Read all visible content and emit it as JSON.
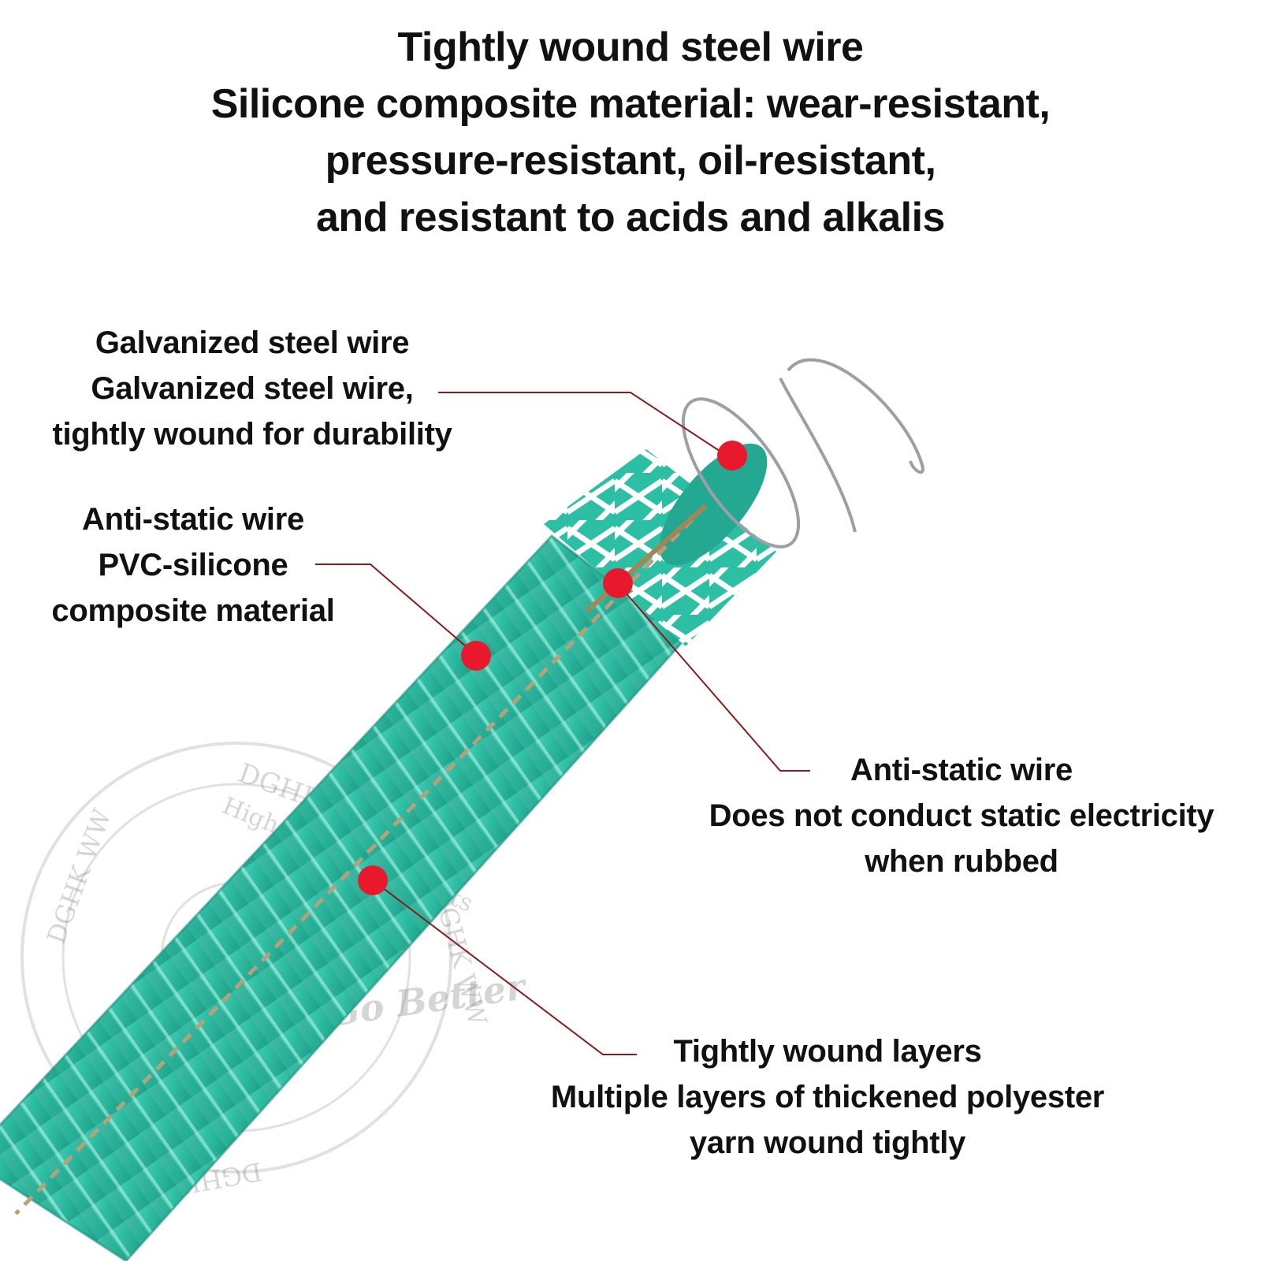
{
  "headline": {
    "lines": [
      "Tightly wound steel wire",
      "Silicone composite material: wear-resistant,",
      "pressure-resistant, oil-resistant,",
      "and resistant to acids and alkalis"
    ]
  },
  "callouts": {
    "galvanized": {
      "title": "Galvanized steel wire",
      "desc_line1": "Galvanized steel wire,",
      "desc_line2": "tightly wound for durability"
    },
    "pvc": {
      "title": "Anti-static wire",
      "desc_line1": "PVC-silicone",
      "desc_line2": "composite material"
    },
    "antistatic": {
      "title": "Anti-static wire",
      "desc_line1": "Does not conduct static electricity",
      "desc_line2": "when rubbed"
    },
    "layers": {
      "title": "Tightly wound layers",
      "desc_line1": "Multiple layers of thickened polyester",
      "desc_line2": "yarn wound tightly"
    }
  },
  "watermark": {
    "brand": "DGHK WW",
    "tagline": "High-Quality Products",
    "slogan": "Go Better"
  },
  "colors": {
    "hose": "#2fbfa5",
    "hose_dark": "#1e9c86",
    "marker": "#e8192c",
    "leader": "#8b1a1a",
    "wire": "#9aa0a6"
  }
}
